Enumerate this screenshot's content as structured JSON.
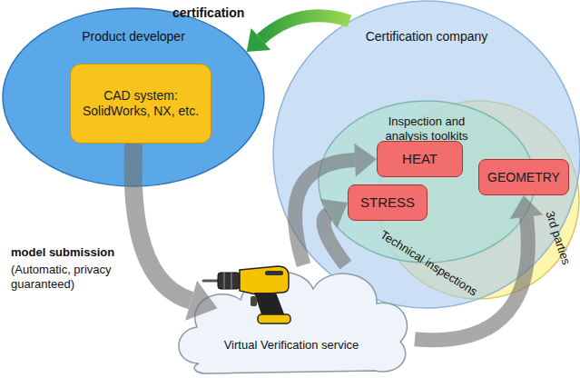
{
  "diagram": {
    "nodes": [
      {
        "text": [
          "Product developer"
        ]
      },
      {
        "text": [
          "CAD system: SolidWorks, NX, etc."
        ],
        "in": 0
      },
      {
        "text": [
          "Certification company"
        ]
      },
      {
        "text": [
          "Inspection and analysis toolkits"
        ],
        "in": 2
      },
      {
        "text": [
          "3rd parties"
        ]
      },
      {
        "text": [
          "HEAT"
        ],
        "in": 3
      },
      {
        "text": [
          "STRESS"
        ],
        "in": 3
      },
      {
        "text": [
          "GEOMETRY"
        ],
        "in": 4
      },
      {
        "text": [
          "Virtual Verification service"
        ]
      }
    ],
    "edges": [
      {
        "from": 2,
        "to": 0,
        "arrow": "to",
        "label": "certification"
      },
      {
        "from": 1,
        "to": 8,
        "arrow": "to",
        "label": "model submission"
      },
      {
        "from": 8,
        "to": 5,
        "arrow": "to"
      },
      {
        "from": 8,
        "to": 6,
        "arrow": "to"
      },
      {
        "from": 8,
        "to": 7,
        "arrow": "to"
      }
    ],
    "labels": [
      "(Automatic, privacy guaranteed)",
      "Technical inspections"
    ]
  }
}
